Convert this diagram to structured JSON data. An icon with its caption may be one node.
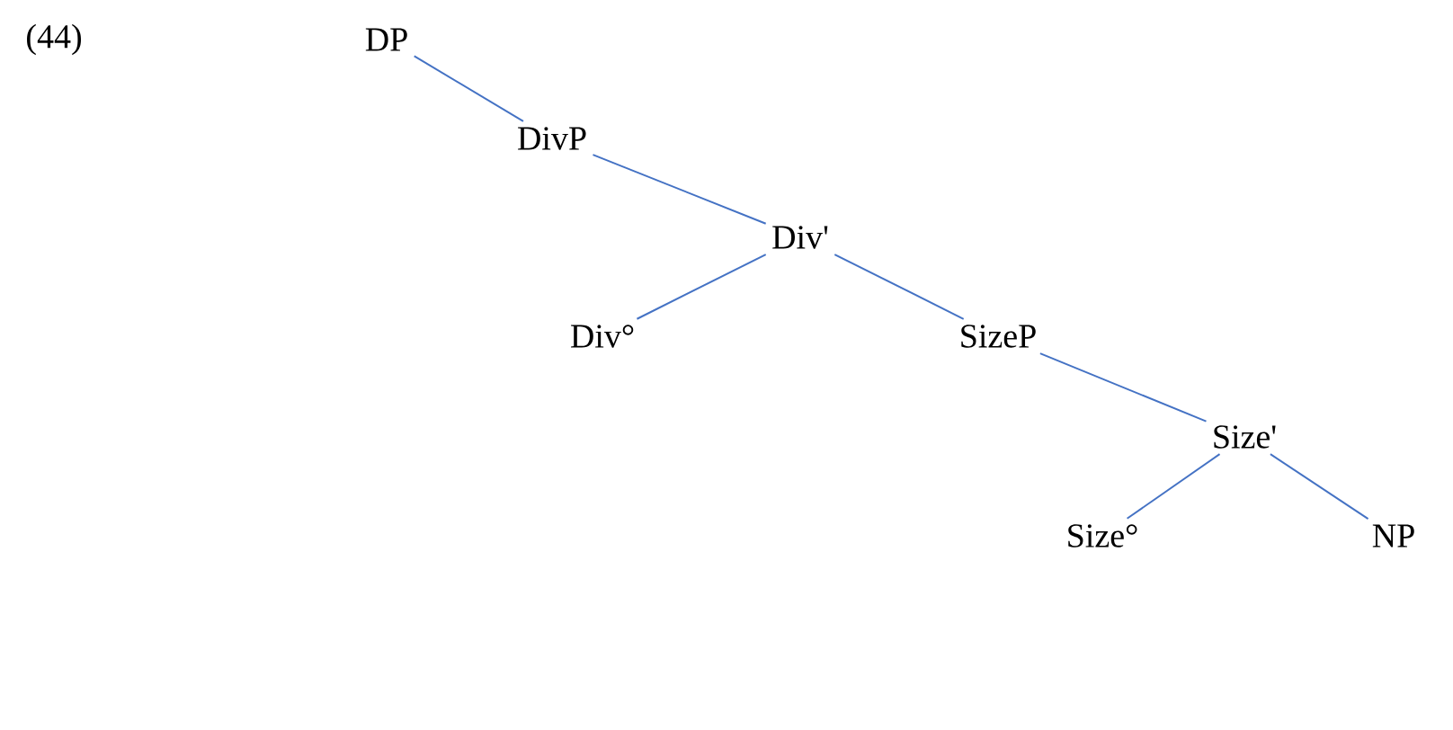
{
  "diagram": {
    "nodes": [
      {
        "text": [
          "DP"
        ]
      },
      {
        "text": [
          "DivP"
        ]
      },
      {
        "text": [
          "Div'"
        ]
      },
      {
        "text": [
          "Div°"
        ]
      },
      {
        "text": [
          "SizeP"
        ]
      },
      {
        "text": [
          "Size'"
        ]
      },
      {
        "text": [
          "Size°"
        ]
      },
      {
        "text": [
          "NP"
        ]
      }
    ],
    "edges": [
      {
        "from": 0,
        "to": 1,
        "arrow": "none"
      },
      {
        "from": 1,
        "to": 2,
        "arrow": "none"
      },
      {
        "from": 2,
        "to": 3,
        "arrow": "none"
      },
      {
        "from": 2,
        "to": 4,
        "arrow": "none"
      },
      {
        "from": 4,
        "to": 5,
        "arrow": "none"
      },
      {
        "from": 5,
        "to": 6,
        "arrow": "none"
      },
      {
        "from": 5,
        "to": 7,
        "arrow": "none"
      }
    ],
    "labels": [
      "(44)"
    ]
  }
}
